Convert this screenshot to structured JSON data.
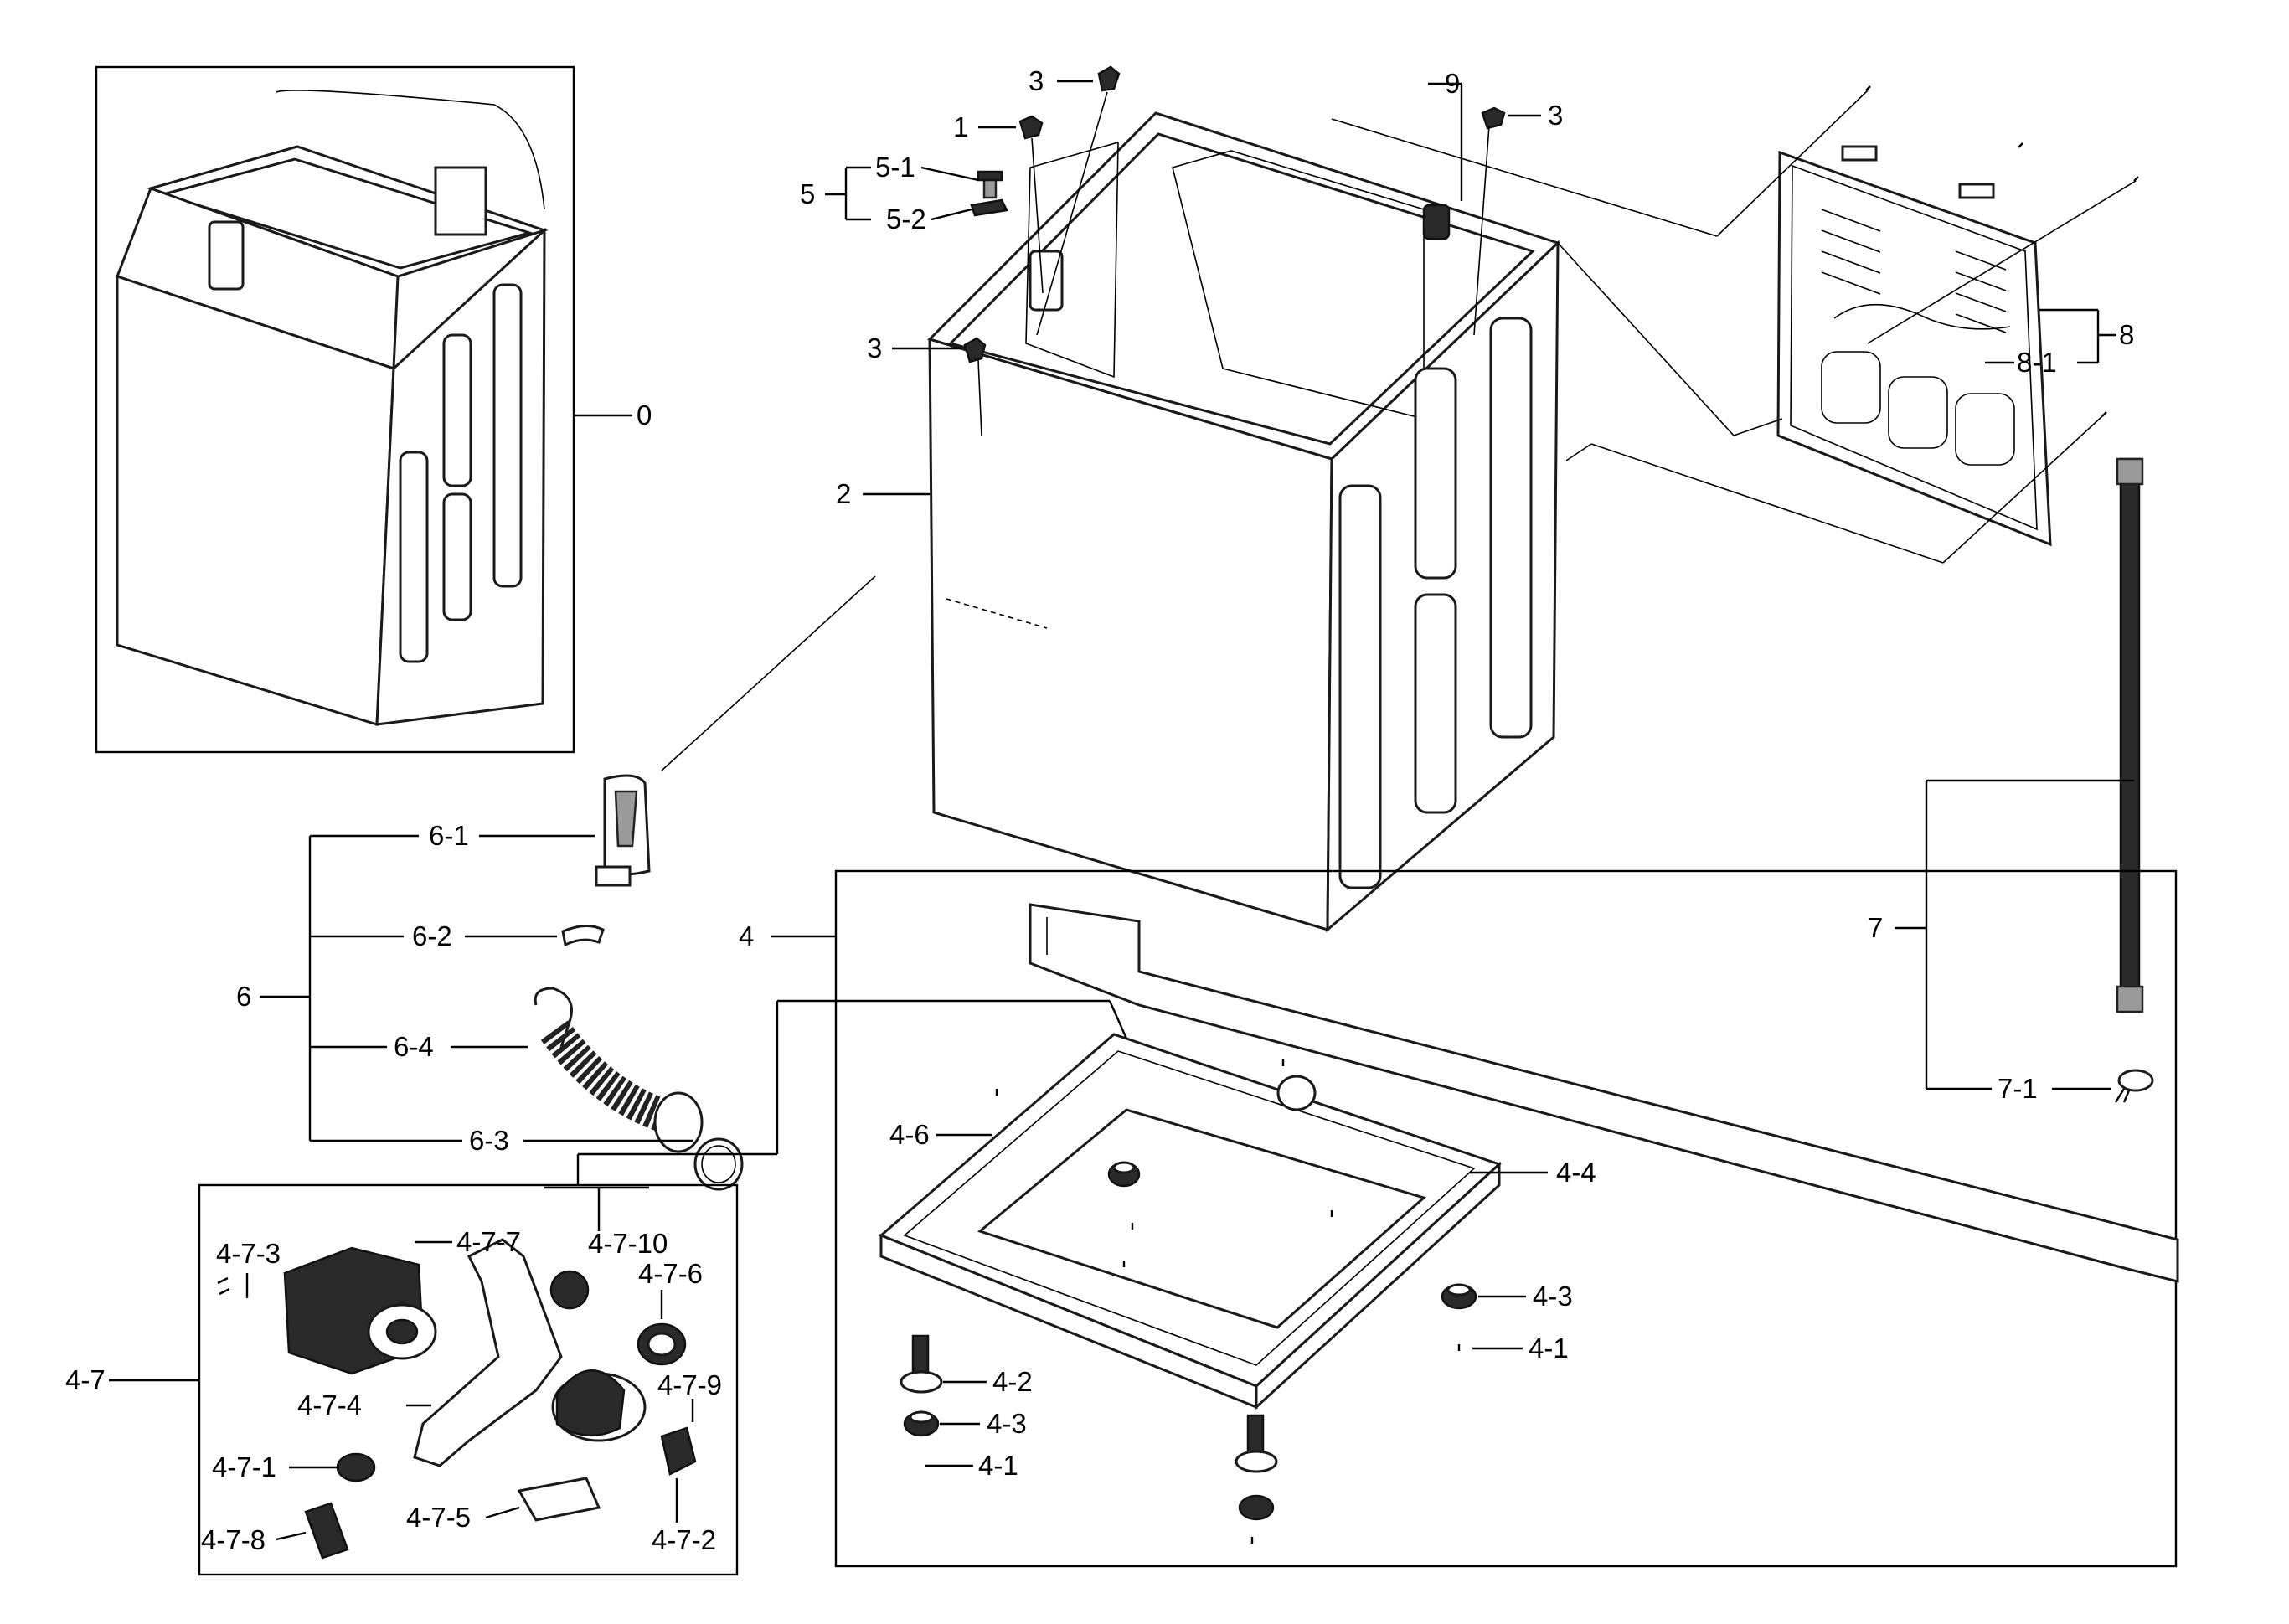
{
  "labels": {
    "l0": "0",
    "l1": "1",
    "l2": "2",
    "l3a": "3",
    "l3b": "3",
    "l3c": "3",
    "l4": "4",
    "l41a": "4-1",
    "l41b": "4-1",
    "l42": "4-2",
    "l43a": "4-3",
    "l43b": "4-3",
    "l44": "4-4",
    "l46": "4-6",
    "l47": "4-7",
    "l471": "4-7-1",
    "l472": "4-7-2",
    "l473": "4-7-3",
    "l474": "4-7-4",
    "l475": "4-7-5",
    "l476": "4-7-6",
    "l477": "4-7-7",
    "l478": "4-7-8",
    "l479": "4-7-9",
    "l4710": "4-7-10",
    "l5": "5",
    "l51": "5-1",
    "l52": "5-2",
    "l6": "6",
    "l61": "6-1",
    "l62": "6-2",
    "l63": "6-3",
    "l64": "6-4",
    "l7": "7",
    "l71": "7-1",
    "l8": "8",
    "l81": "8-1",
    "l9": "9"
  },
  "colors": {
    "ink": "#000000",
    "part_fill": "#ffffff",
    "shade": "#9a9a9a",
    "dark": "#2a2a2a"
  }
}
